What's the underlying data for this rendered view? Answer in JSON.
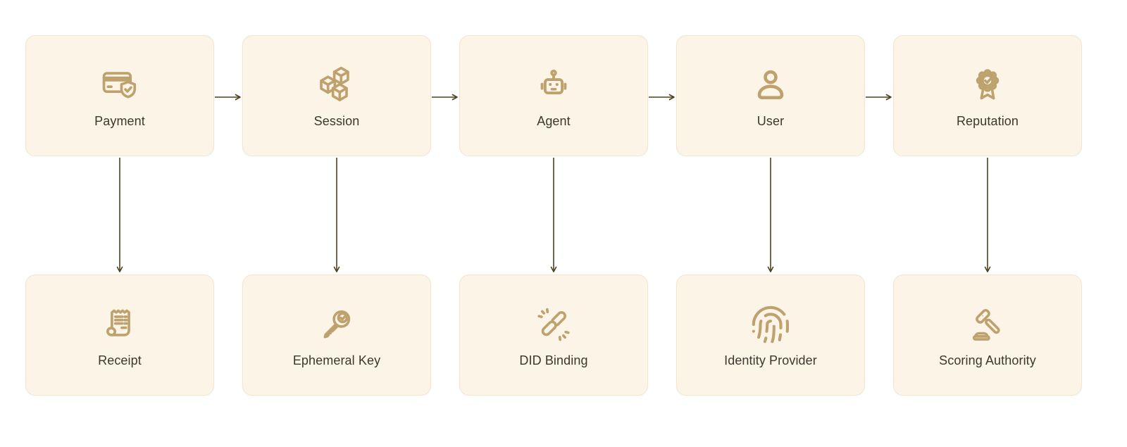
{
  "diagram": {
    "palette": {
      "page_background": "#ffffff",
      "card_background": "#fdf4e8",
      "card_border": "#f1e5cf",
      "icon_color": "#bea26d",
      "arrow_color": "#4f4120",
      "label_color": "#3b372d"
    },
    "cards": [
      {
        "id": "payment",
        "label": "Payment",
        "icon": "credit-card-shield-icon",
        "row": 1,
        "col": 1
      },
      {
        "id": "session",
        "label": "Session",
        "icon": "cubes-icon",
        "row": 1,
        "col": 2
      },
      {
        "id": "agent",
        "label": "Agent",
        "icon": "robot-icon",
        "row": 1,
        "col": 3
      },
      {
        "id": "user",
        "label": "User",
        "icon": "person-icon",
        "row": 1,
        "col": 4
      },
      {
        "id": "reputation",
        "label": "Reputation",
        "icon": "award-badge-icon",
        "row": 1,
        "col": 5
      },
      {
        "id": "receipt",
        "label": "Receipt",
        "icon": "receipt-icon",
        "row": 2,
        "col": 1
      },
      {
        "id": "ephemeral_key",
        "label": "Ephemeral Key",
        "icon": "key-check-icon",
        "row": 2,
        "col": 2
      },
      {
        "id": "did_binding",
        "label": "DID Binding",
        "icon": "chain-link-icon",
        "row": 2,
        "col": 3
      },
      {
        "id": "identity_provider",
        "label": "Identity Provider",
        "icon": "fingerprint-icon",
        "row": 2,
        "col": 4
      },
      {
        "id": "scoring_authority",
        "label": "Scoring Authority",
        "icon": "gavel-icon",
        "row": 2,
        "col": 5
      }
    ],
    "edges": {
      "horizontal": [
        [
          "payment",
          "session"
        ],
        [
          "session",
          "agent"
        ],
        [
          "agent",
          "user"
        ],
        [
          "user",
          "reputation"
        ]
      ],
      "vertical": [
        [
          "payment",
          "receipt"
        ],
        [
          "session",
          "ephemeral_key"
        ],
        [
          "agent",
          "did_binding"
        ],
        [
          "user",
          "identity_provider"
        ],
        [
          "reputation",
          "scoring_authority"
        ]
      ]
    }
  }
}
